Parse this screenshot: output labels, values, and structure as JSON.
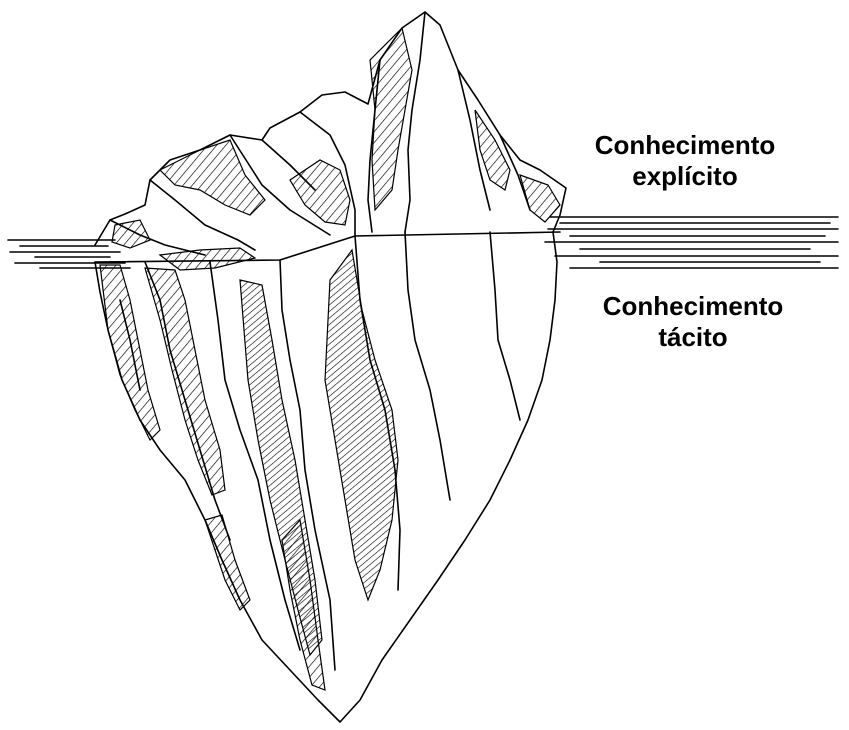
{
  "labels": {
    "explicit": {
      "line1": "Conhecimento",
      "line2": "explícito"
    },
    "tacit": {
      "line1": "Conhecimento",
      "line2": "tácito"
    }
  },
  "colors": {
    "ink": "#000000",
    "paper": "#ffffff"
  }
}
